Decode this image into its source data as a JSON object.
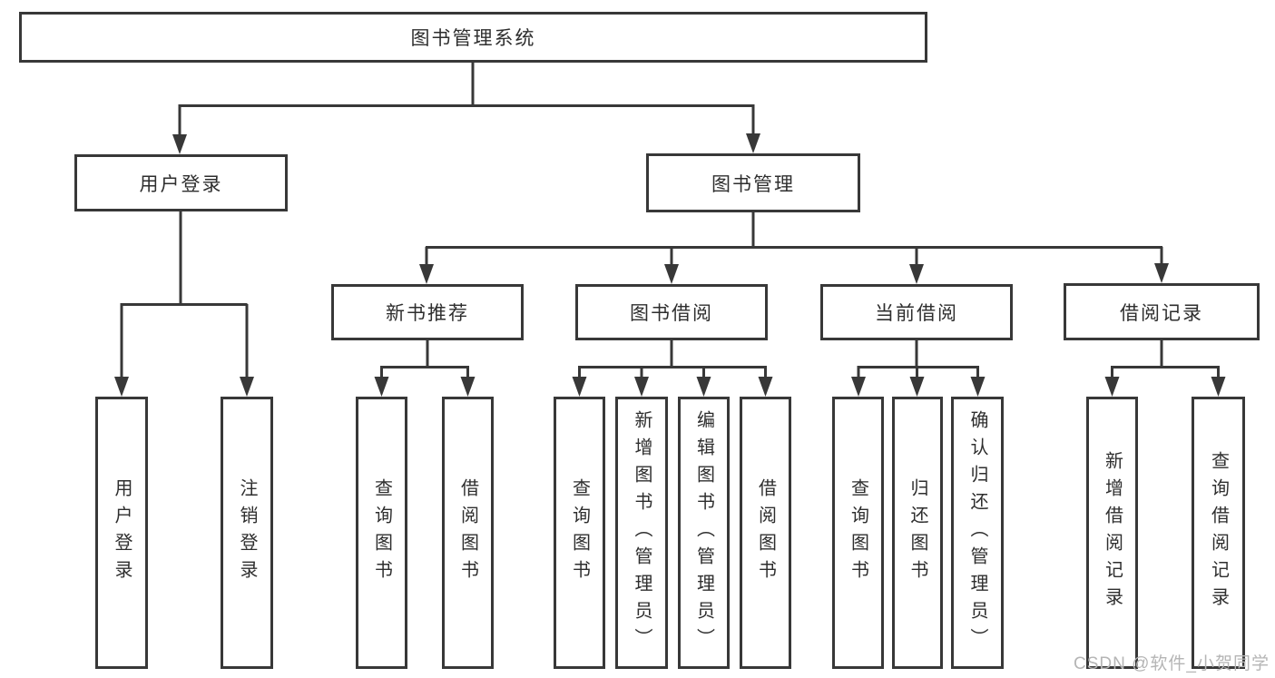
{
  "diagram": {
    "root": {
      "label": "图书管理系统",
      "children": [
        {
          "label": "用户登录",
          "children": [
            {
              "label": "用户登录"
            },
            {
              "label": "注销登录"
            }
          ]
        },
        {
          "label": "图书管理",
          "children": [
            {
              "label": "新书推荐",
              "children": [
                {
                  "label": "查询图书"
                },
                {
                  "label": "借阅图书"
                }
              ]
            },
            {
              "label": "图书借阅",
              "children": [
                {
                  "label": "查询图书"
                },
                {
                  "label": "新增图书（管理员）"
                },
                {
                  "label": "编辑图书（管理员）"
                },
                {
                  "label": "借阅图书"
                }
              ]
            },
            {
              "label": "当前借阅",
              "children": [
                {
                  "label": "查询图书"
                },
                {
                  "label": "归还图书"
                },
                {
                  "label": "确认归还（管理员）"
                }
              ]
            },
            {
              "label": "借阅记录",
              "children": [
                {
                  "label": "新增借阅记录"
                },
                {
                  "label": "查询借阅记录"
                }
              ]
            }
          ]
        }
      ]
    },
    "watermark": "CSDN @软件_小贺同学",
    "colors": {
      "line": "#383838",
      "text": "#2e2e2e",
      "watermark": "#b5b5b5"
    }
  }
}
